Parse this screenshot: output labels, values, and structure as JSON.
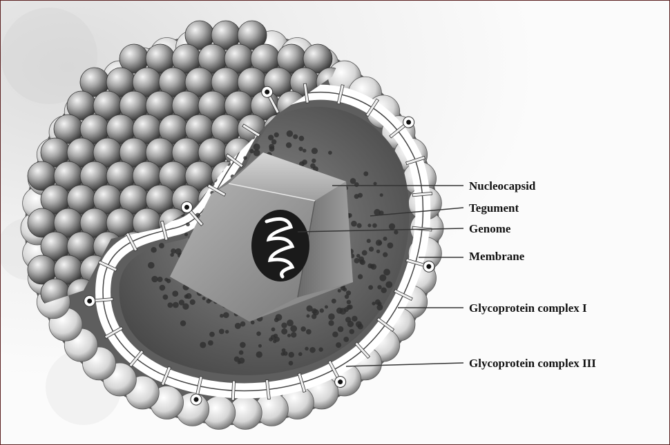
{
  "diagram": {
    "labels": [
      {
        "id": "nucleocapsid",
        "text": "Nucleocapsid"
      },
      {
        "id": "tegument",
        "text": "Tegument"
      },
      {
        "id": "genome",
        "text": "Genome"
      },
      {
        "id": "membrane",
        "text": "Membrane"
      },
      {
        "id": "glycoprotein-1",
        "text": "Glycoprotein complex I"
      },
      {
        "id": "glycoprotein-3",
        "text": "Glycoprotein complex III"
      }
    ]
  }
}
